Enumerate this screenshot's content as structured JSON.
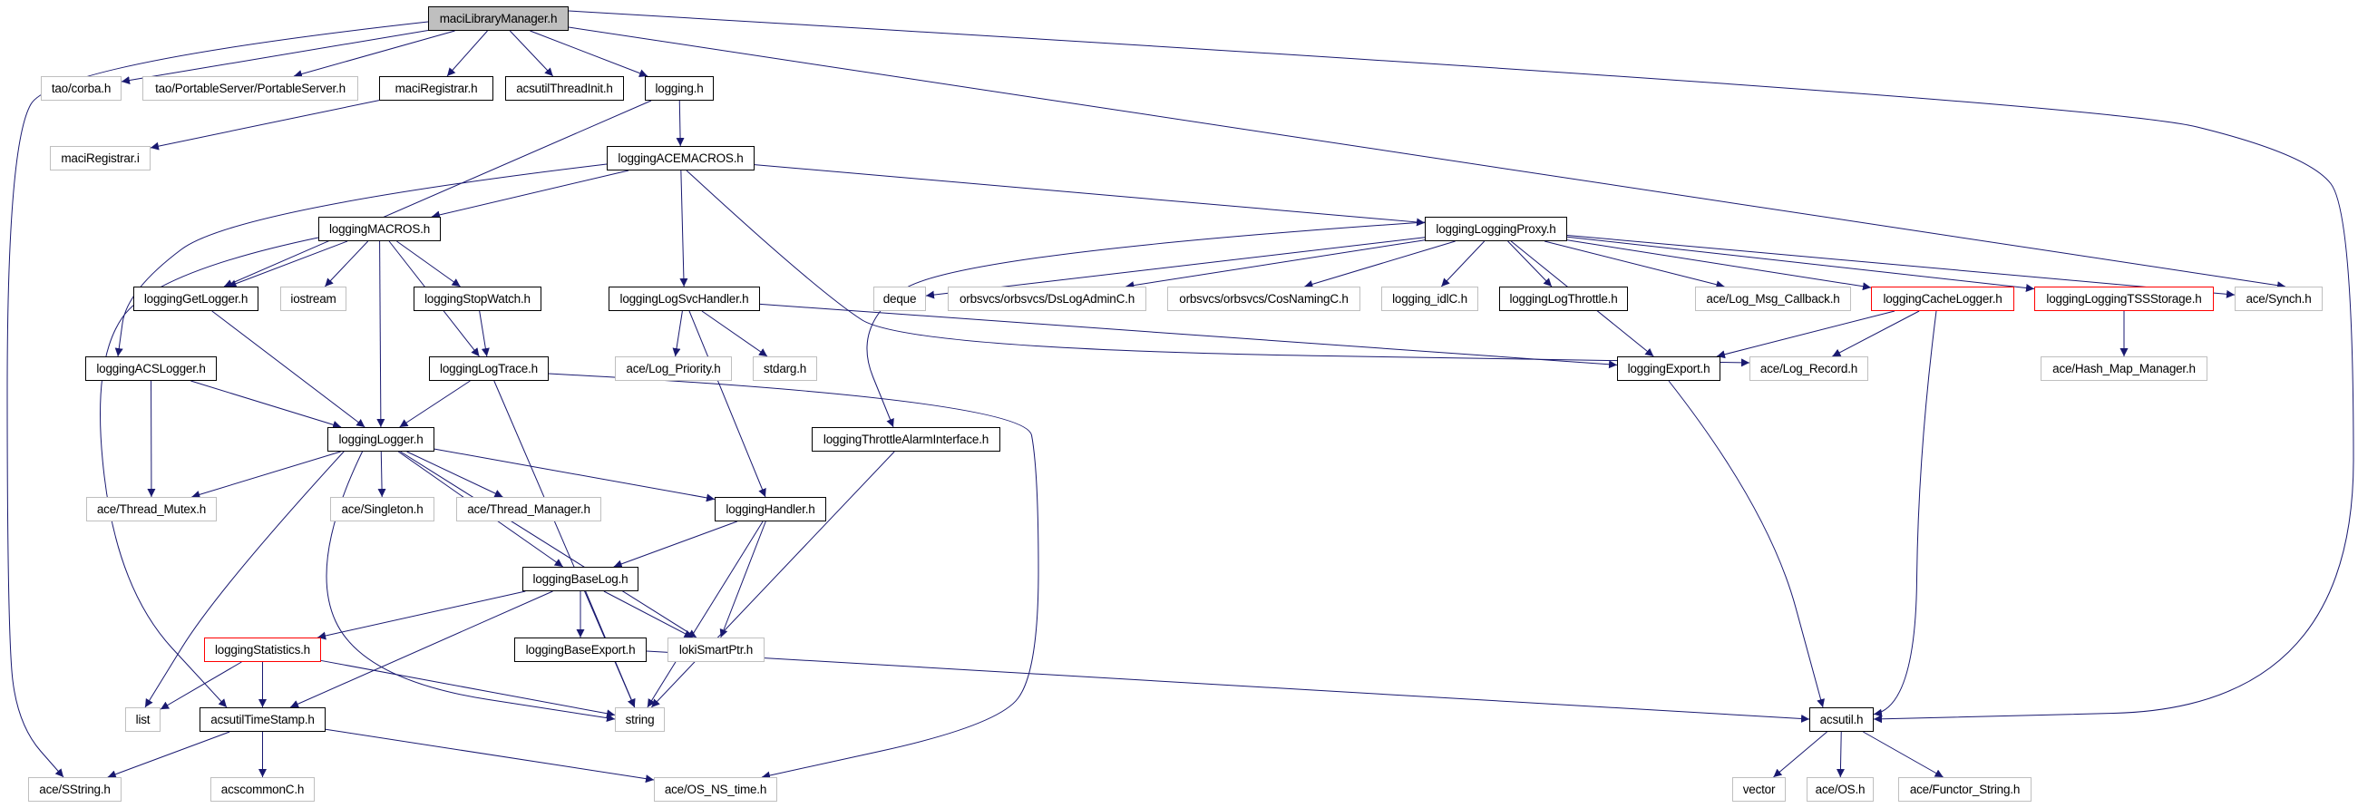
{
  "title": "maciLibraryManager.h include dependency graph",
  "colors": {
    "edge": "#191970",
    "documented_border": "#000000",
    "external_border": "#bfbfbf",
    "truncated_border": "#ff0000",
    "root_fill": "#bfbfbf"
  },
  "nodes": [
    {
      "id": "maciLibraryManager",
      "label": "maciLibraryManager.h",
      "kind": "root"
    },
    {
      "id": "tao_corba",
      "label": "tao/corba.h",
      "kind": "external"
    },
    {
      "id": "tao_PortableServer",
      "label": "tao/PortableServer/PortableServer.h",
      "kind": "external"
    },
    {
      "id": "maciRegistrar_h",
      "label": "maciRegistrar.h",
      "kind": "documented"
    },
    {
      "id": "acsutilThreadInit",
      "label": "acsutilThreadInit.h",
      "kind": "documented"
    },
    {
      "id": "logging_h",
      "label": "logging.h",
      "kind": "documented"
    },
    {
      "id": "maciRegistrar_i",
      "label": "maciRegistrar.i",
      "kind": "external"
    },
    {
      "id": "loggingACEMACROS",
      "label": "loggingACEMACROS.h",
      "kind": "documented"
    },
    {
      "id": "loggingMACROS",
      "label": "loggingMACROS.h",
      "kind": "documented"
    },
    {
      "id": "loggingLoggingProxy",
      "label": "loggingLoggingProxy.h",
      "kind": "documented"
    },
    {
      "id": "loggingGetLogger",
      "label": "loggingGetLogger.h",
      "kind": "documented"
    },
    {
      "id": "iostream",
      "label": "iostream",
      "kind": "external"
    },
    {
      "id": "loggingStopWatch",
      "label": "loggingStopWatch.h",
      "kind": "documented"
    },
    {
      "id": "loggingLogSvcHandler",
      "label": "loggingLogSvcHandler.h",
      "kind": "documented"
    },
    {
      "id": "deque",
      "label": "deque",
      "kind": "external"
    },
    {
      "id": "DsLogAdminC",
      "label": "orbsvcs/orbsvcs/DsLogAdminC.h",
      "kind": "external"
    },
    {
      "id": "CosNamingC",
      "label": "orbsvcs/orbsvcs/CosNamingC.h",
      "kind": "external"
    },
    {
      "id": "logging_idlC",
      "label": "logging_idlC.h",
      "kind": "external"
    },
    {
      "id": "loggingLogThrottle",
      "label": "loggingLogThrottle.h",
      "kind": "documented"
    },
    {
      "id": "Log_Msg_Callback",
      "label": "ace/Log_Msg_Callback.h",
      "kind": "external"
    },
    {
      "id": "loggingCacheLogger",
      "label": "loggingCacheLogger.h",
      "kind": "truncated"
    },
    {
      "id": "loggingLoggingTSSStorage",
      "label": "loggingLoggingTSSStorage.h",
      "kind": "truncated"
    },
    {
      "id": "ace_Synch",
      "label": "ace/Synch.h",
      "kind": "external"
    },
    {
      "id": "loggingACSLogger",
      "label": "loggingACSLogger.h",
      "kind": "documented"
    },
    {
      "id": "loggingLogTrace",
      "label": "loggingLogTrace.h",
      "kind": "documented"
    },
    {
      "id": "Log_Priority",
      "label": "ace/Log_Priority.h",
      "kind": "external"
    },
    {
      "id": "stdarg",
      "label": "stdarg.h",
      "kind": "external"
    },
    {
      "id": "loggingExport",
      "label": "loggingExport.h",
      "kind": "documented"
    },
    {
      "id": "Log_Record",
      "label": "ace/Log_Record.h",
      "kind": "external"
    },
    {
      "id": "Hash_Map_Manager",
      "label": "ace/Hash_Map_Manager.h",
      "kind": "external"
    },
    {
      "id": "loggingLogger",
      "label": "loggingLogger.h",
      "kind": "documented"
    },
    {
      "id": "loggingThrottleAlarmInterface",
      "label": "loggingThrottleAlarmInterface.h",
      "kind": "documented"
    },
    {
      "id": "Thread_Mutex",
      "label": "ace/Thread_Mutex.h",
      "kind": "external"
    },
    {
      "id": "Singleton",
      "label": "ace/Singleton.h",
      "kind": "external"
    },
    {
      "id": "Thread_Manager",
      "label": "ace/Thread_Manager.h",
      "kind": "external"
    },
    {
      "id": "loggingHandler",
      "label": "loggingHandler.h",
      "kind": "documented"
    },
    {
      "id": "loggingBaseLog",
      "label": "loggingBaseLog.h",
      "kind": "documented"
    },
    {
      "id": "loggingStatistics",
      "label": "loggingStatistics.h",
      "kind": "truncated"
    },
    {
      "id": "loggingBaseExport",
      "label": "loggingBaseExport.h",
      "kind": "documented"
    },
    {
      "id": "lokiSmartPtr",
      "label": "lokiSmartPtr.h",
      "kind": "external"
    },
    {
      "id": "list",
      "label": "list",
      "kind": "external"
    },
    {
      "id": "acsutilTimeStamp",
      "label": "acsutilTimeStamp.h",
      "kind": "documented"
    },
    {
      "id": "string",
      "label": "string",
      "kind": "external"
    },
    {
      "id": "acsutil",
      "label": "acsutil.h",
      "kind": "documented"
    },
    {
      "id": "SString",
      "label": "ace/SString.h",
      "kind": "external"
    },
    {
      "id": "acscommonC",
      "label": "acscommonC.h",
      "kind": "external"
    },
    {
      "id": "OS_NS_time",
      "label": "ace/OS_NS_time.h",
      "kind": "external"
    },
    {
      "id": "vector",
      "label": "vector",
      "kind": "external"
    },
    {
      "id": "ace_OS",
      "label": "ace/OS.h",
      "kind": "external"
    },
    {
      "id": "Functor_String",
      "label": "ace/Functor_String.h",
      "kind": "external"
    }
  ],
  "edges": [
    [
      "maciLibraryManager",
      "tao_corba"
    ],
    [
      "maciLibraryManager",
      "tao_PortableServer"
    ],
    [
      "maciLibraryManager",
      "maciRegistrar_h"
    ],
    [
      "maciLibraryManager",
      "acsutilThreadInit"
    ],
    [
      "maciLibraryManager",
      "logging_h"
    ],
    [
      "maciLibraryManager",
      "ace_Synch"
    ],
    [
      "maciLibraryManager",
      "acsutil"
    ],
    [
      "maciLibraryManager",
      "SString"
    ],
    [
      "maciRegistrar_h",
      "maciRegistrar_i"
    ],
    [
      "logging_h",
      "loggingACEMACROS"
    ],
    [
      "logging_h",
      "loggingGetLogger"
    ],
    [
      "loggingACEMACROS",
      "loggingMACROS"
    ],
    [
      "loggingACEMACROS",
      "loggingLoggingProxy"
    ],
    [
      "loggingACEMACROS",
      "loggingLogSvcHandler"
    ],
    [
      "loggingACEMACROS",
      "loggingACSLogger"
    ],
    [
      "loggingACEMACROS",
      "Log_Record"
    ],
    [
      "loggingMACROS",
      "loggingGetLogger"
    ],
    [
      "loggingMACROS",
      "iostream"
    ],
    [
      "loggingMACROS",
      "loggingStopWatch"
    ],
    [
      "loggingMACROS",
      "loggingLogTrace"
    ],
    [
      "loggingMACROS",
      "loggingLogger"
    ],
    [
      "loggingMACROS",
      "acsutilTimeStamp"
    ],
    [
      "loggingLoggingProxy",
      "deque"
    ],
    [
      "loggingLoggingProxy",
      "DsLogAdminC"
    ],
    [
      "loggingLoggingProxy",
      "CosNamingC"
    ],
    [
      "loggingLoggingProxy",
      "logging_idlC"
    ],
    [
      "loggingLoggingProxy",
      "loggingLogThrottle"
    ],
    [
      "loggingLoggingProxy",
      "Log_Msg_Callback"
    ],
    [
      "loggingLoggingProxy",
      "loggingCacheLogger"
    ],
    [
      "loggingLoggingProxy",
      "loggingLoggingTSSStorage"
    ],
    [
      "loggingLoggingProxy",
      "ace_Synch"
    ],
    [
      "loggingLoggingProxy",
      "loggingExport"
    ],
    [
      "loggingLoggingProxy",
      "loggingThrottleAlarmInterface"
    ],
    [
      "loggingGetLogger",
      "loggingLogger"
    ],
    [
      "loggingStopWatch",
      "loggingLogTrace"
    ],
    [
      "loggingLogSvcHandler",
      "Log_Priority"
    ],
    [
      "loggingLogSvcHandler",
      "stdarg"
    ],
    [
      "loggingLogSvcHandler",
      "loggingExport"
    ],
    [
      "loggingLogSvcHandler",
      "loggingHandler"
    ],
    [
      "loggingCacheLogger",
      "loggingExport"
    ],
    [
      "loggingCacheLogger",
      "Log_Record"
    ],
    [
      "loggingCacheLogger",
      "acsutil"
    ],
    [
      "loggingLoggingTSSStorage",
      "Hash_Map_Manager"
    ],
    [
      "loggingACSLogger",
      "loggingLogger"
    ],
    [
      "loggingACSLogger",
      "Thread_Mutex"
    ],
    [
      "loggingLogTrace",
      "loggingLogger"
    ],
    [
      "loggingLogTrace",
      "string"
    ],
    [
      "loggingLogTrace",
      "OS_NS_time"
    ],
    [
      "loggingExport",
      "acsutil"
    ],
    [
      "loggingLogger",
      "Thread_Mutex"
    ],
    [
      "loggingLogger",
      "Singleton"
    ],
    [
      "loggingLogger",
      "Thread_Manager"
    ],
    [
      "loggingLogger",
      "loggingHandler"
    ],
    [
      "loggingLogger",
      "loggingBaseLog"
    ],
    [
      "loggingLogger",
      "lokiSmartPtr"
    ],
    [
      "loggingLogger",
      "list"
    ],
    [
      "loggingLogger",
      "string"
    ],
    [
      "loggingThrottleAlarmInterface",
      "string"
    ],
    [
      "loggingHandler",
      "loggingBaseLog"
    ],
    [
      "loggingHandler",
      "lokiSmartPtr"
    ],
    [
      "loggingHandler",
      "string"
    ],
    [
      "loggingBaseLog",
      "loggingStatistics"
    ],
    [
      "loggingBaseLog",
      "loggingBaseExport"
    ],
    [
      "loggingBaseLog",
      "lokiSmartPtr"
    ],
    [
      "loggingBaseLog",
      "acsutilTimeStamp"
    ],
    [
      "loggingBaseLog",
      "string"
    ],
    [
      "loggingStatistics",
      "list"
    ],
    [
      "loggingStatistics",
      "acsutilTimeStamp"
    ],
    [
      "loggingStatistics",
      "string"
    ],
    [
      "loggingBaseExport",
      "acsutil"
    ],
    [
      "acsutilTimeStamp",
      "SString"
    ],
    [
      "acsutilTimeStamp",
      "acscommonC"
    ],
    [
      "acsutilTimeStamp",
      "OS_NS_time"
    ],
    [
      "acsutil",
      "vector"
    ],
    [
      "acsutil",
      "ace_OS"
    ],
    [
      "acsutil",
      "Functor_String"
    ]
  ]
}
